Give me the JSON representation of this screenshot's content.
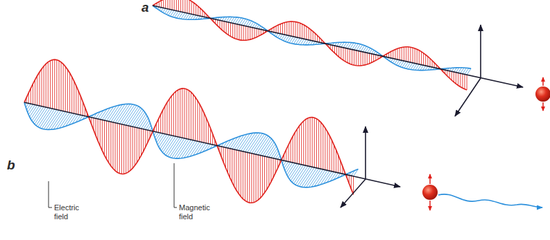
{
  "diagram": {
    "labels": [
      "a",
      "b",
      "Electric field",
      "Magnetic field"
    ]
  }
}
